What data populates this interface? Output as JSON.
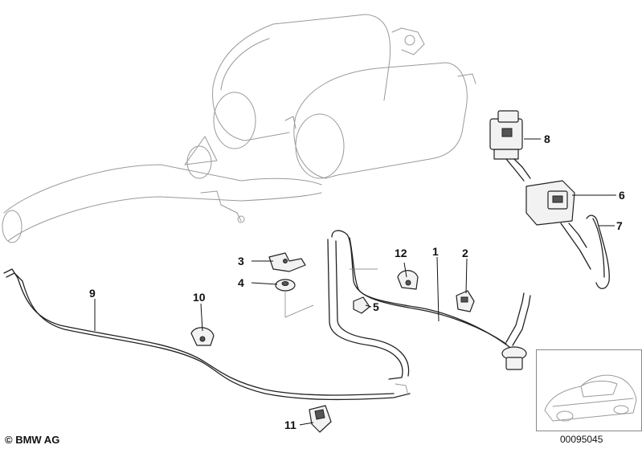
{
  "callouts": {
    "c1": "1",
    "c2": "2",
    "c3": "3",
    "c4": "4",
    "c5": "5",
    "c6": "6",
    "c7": "7",
    "c8": "8",
    "c9": "9",
    "c10": "10",
    "c11": "11",
    "c12": "12"
  },
  "footer": {
    "copyright": "© BMW AG",
    "diagram_number": "00095045"
  }
}
